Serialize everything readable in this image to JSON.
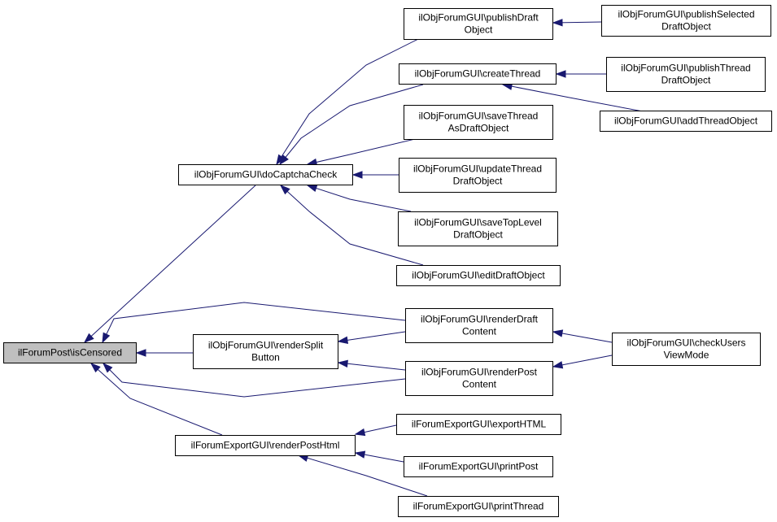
{
  "diagram": {
    "colors": {
      "edge": "#191970",
      "root_fill": "#bfbfbf",
      "node_fill": "#ffffff",
      "node_border": "#000000"
    },
    "nodes": [
      {
        "id": "isCensored",
        "lines": [
          "ilForumPost\\isCensored"
        ]
      },
      {
        "id": "doCaptchaCheck",
        "lines": [
          "ilObjForumGUI\\doCaptchaCheck"
        ]
      },
      {
        "id": "renderSplitButton",
        "lines": [
          "ilObjForumGUI\\renderSplit",
          "Button"
        ]
      },
      {
        "id": "renderPostHtml",
        "lines": [
          "ilForumExportGUI\\renderPostHtml"
        ]
      },
      {
        "id": "publishDraftObject",
        "lines": [
          "ilObjForumGUI\\publishDraft",
          "Object"
        ]
      },
      {
        "id": "createThread",
        "lines": [
          "ilObjForumGUI\\createThread"
        ]
      },
      {
        "id": "saveThreadAsDraftObject",
        "lines": [
          "ilObjForumGUI\\saveThread",
          "AsDraftObject"
        ]
      },
      {
        "id": "updateThreadDraftObject",
        "lines": [
          "ilObjForumGUI\\updateThread",
          "DraftObject"
        ]
      },
      {
        "id": "saveTopLevelDraftObject",
        "lines": [
          "ilObjForumGUI\\saveTopLevel",
          "DraftObject"
        ]
      },
      {
        "id": "editDraftObject",
        "lines": [
          "ilObjForumGUI\\editDraftObject"
        ]
      },
      {
        "id": "renderDraftContent",
        "lines": [
          "ilObjForumGUI\\renderDraft",
          "Content"
        ]
      },
      {
        "id": "renderPostContent",
        "lines": [
          "ilObjForumGUI\\renderPost",
          "Content"
        ]
      },
      {
        "id": "exportHTML",
        "lines": [
          "ilForumExportGUI\\exportHTML"
        ]
      },
      {
        "id": "printPost",
        "lines": [
          "ilForumExportGUI\\printPost"
        ]
      },
      {
        "id": "printThread",
        "lines": [
          "ilForumExportGUI\\printThread"
        ]
      },
      {
        "id": "publishSelectedDraftObject",
        "lines": [
          "ilObjForumGUI\\publishSelected",
          "DraftObject"
        ]
      },
      {
        "id": "publishThreadDraftObject",
        "lines": [
          "ilObjForumGUI\\publishThread",
          "DraftObject"
        ]
      },
      {
        "id": "addThreadObject",
        "lines": [
          "ilObjForumGUI\\addThreadObject"
        ]
      },
      {
        "id": "checkUsersViewMode",
        "lines": [
          "ilObjForumGUI\\checkUsers",
          "ViewMode"
        ]
      }
    ],
    "edges": [
      [
        "doCaptchaCheck",
        "isCensored"
      ],
      [
        "renderSplitButton",
        "isCensored"
      ],
      [
        "renderPostHtml",
        "isCensored"
      ],
      [
        "renderDraftContent",
        "isCensored"
      ],
      [
        "renderPostContent",
        "isCensored"
      ],
      [
        "publishDraftObject",
        "doCaptchaCheck"
      ],
      [
        "createThread",
        "doCaptchaCheck"
      ],
      [
        "saveThreadAsDraftObject",
        "doCaptchaCheck"
      ],
      [
        "updateThreadDraftObject",
        "doCaptchaCheck"
      ],
      [
        "saveTopLevelDraftObject",
        "doCaptchaCheck"
      ],
      [
        "editDraftObject",
        "doCaptchaCheck"
      ],
      [
        "renderDraftContent",
        "renderSplitButton"
      ],
      [
        "renderPostContent",
        "renderSplitButton"
      ],
      [
        "exportHTML",
        "renderPostHtml"
      ],
      [
        "printPost",
        "renderPostHtml"
      ],
      [
        "printThread",
        "renderPostHtml"
      ],
      [
        "publishSelectedDraftObject",
        "publishDraftObject"
      ],
      [
        "publishThreadDraftObject",
        "createThread"
      ],
      [
        "addThreadObject",
        "createThread"
      ],
      [
        "checkUsersViewMode",
        "renderDraftContent"
      ],
      [
        "checkUsersViewMode",
        "renderPostContent"
      ]
    ]
  }
}
